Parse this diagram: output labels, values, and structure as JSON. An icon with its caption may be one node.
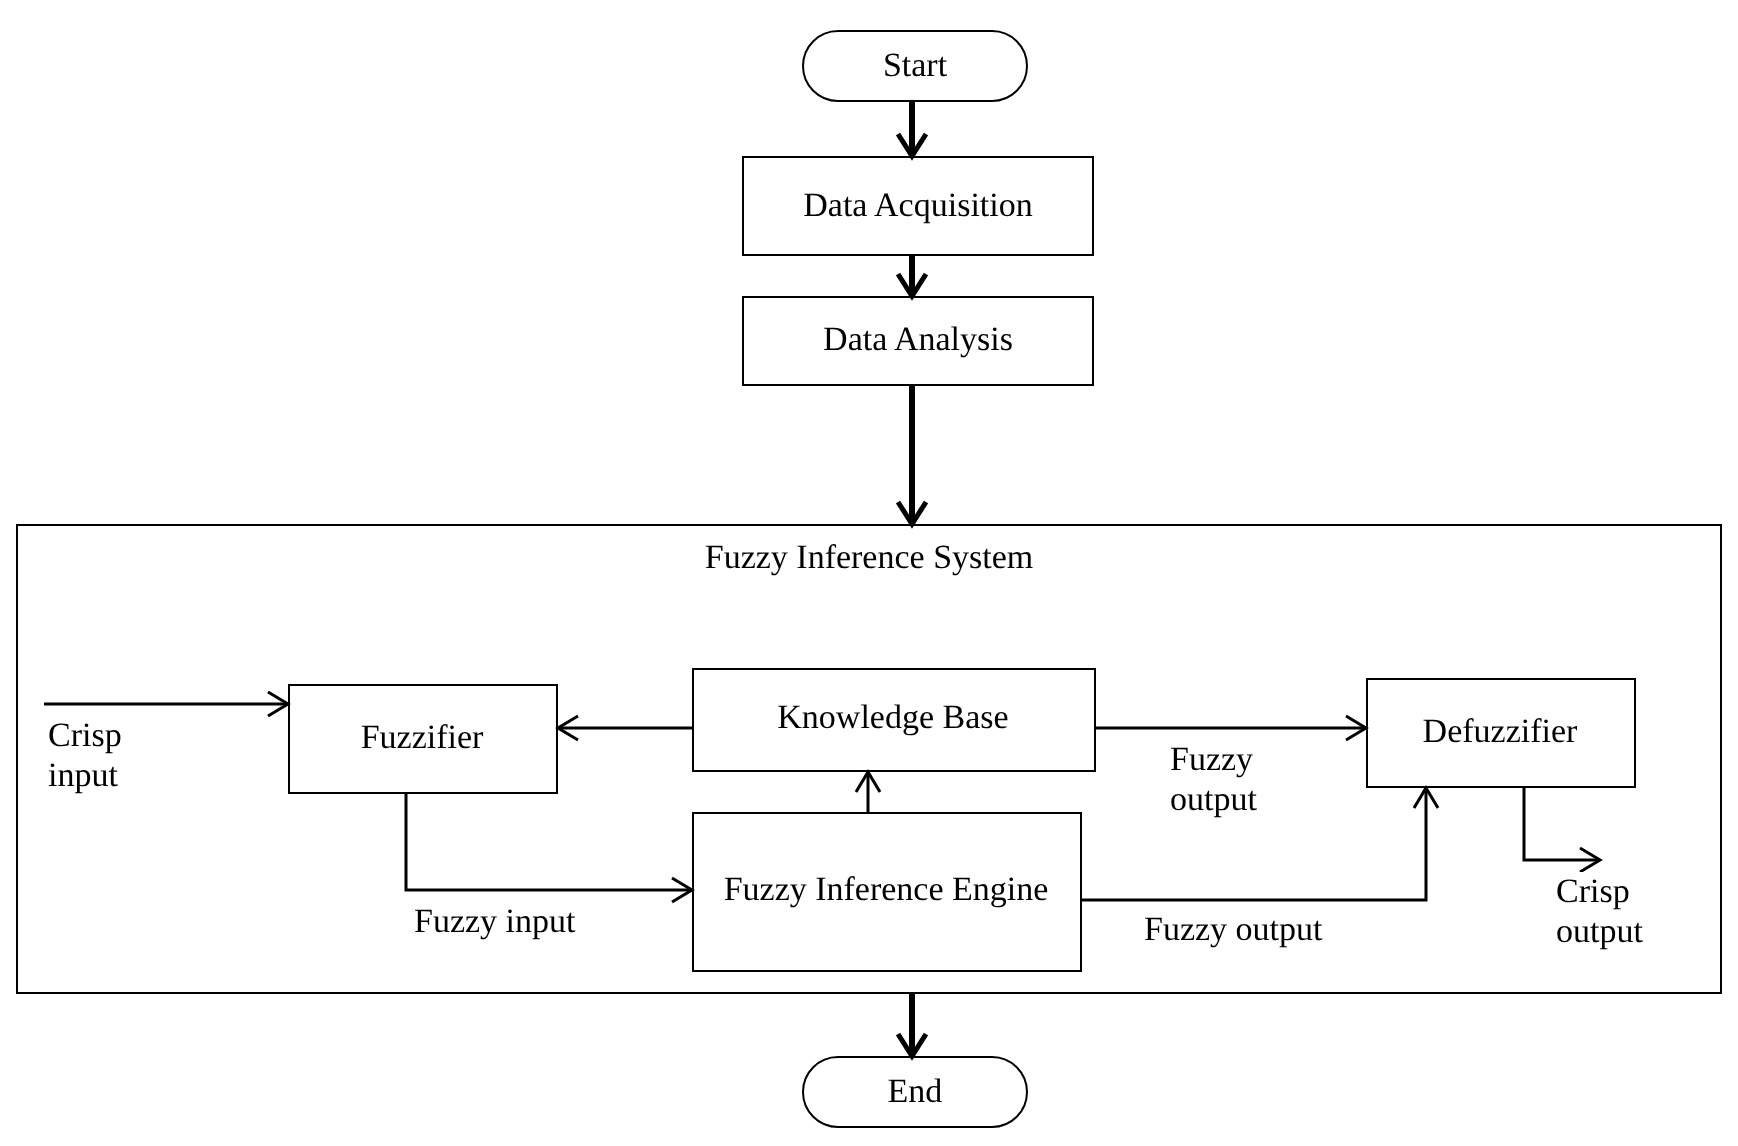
{
  "diagram": {
    "nodes": [
      {
        "text": [
          "Start"
        ]
      },
      {
        "text": [
          "Data Acquisition"
        ]
      },
      {
        "text": [
          "Data Analysis"
        ]
      },
      {
        "text": [
          "Fuzzy Inference System"
        ]
      },
      {
        "text": [
          "Fuzzifier"
        ],
        "in": 3
      },
      {
        "text": [
          "Knowledge Base"
        ],
        "in": 3
      },
      {
        "text": [
          "Fuzzy Inference Engine"
        ],
        "in": 3
      },
      {
        "text": [
          "Defuzzifier"
        ],
        "in": 3
      },
      {
        "text": [
          "End"
        ]
      }
    ],
    "edges": [
      {
        "from": 0,
        "to": 1,
        "arrow": "to",
        "style": "thick"
      },
      {
        "from": 1,
        "to": 2,
        "arrow": "to",
        "style": "thick"
      },
      {
        "from": 2,
        "to": 3,
        "arrow": "to",
        "style": "thick"
      },
      {
        "from": null,
        "to": 4,
        "arrow": "to",
        "label": "Crisp input"
      },
      {
        "from": 5,
        "to": 4,
        "arrow": "to"
      },
      {
        "from": 5,
        "to": 7,
        "arrow": "to",
        "label": "Fuzzy output"
      },
      {
        "from": 4,
        "to": 6,
        "arrow": "to",
        "label": "Fuzzy input"
      },
      {
        "from": 6,
        "to": 5,
        "arrow": "to"
      },
      {
        "from": 6,
        "to": 7,
        "arrow": "to",
        "label": "Fuzzy output"
      },
      {
        "from": 7,
        "to": null,
        "arrow": "to",
        "label": "Crisp output"
      },
      {
        "from": 3,
        "to": 8,
        "arrow": "to",
        "style": "thick"
      }
    ]
  }
}
